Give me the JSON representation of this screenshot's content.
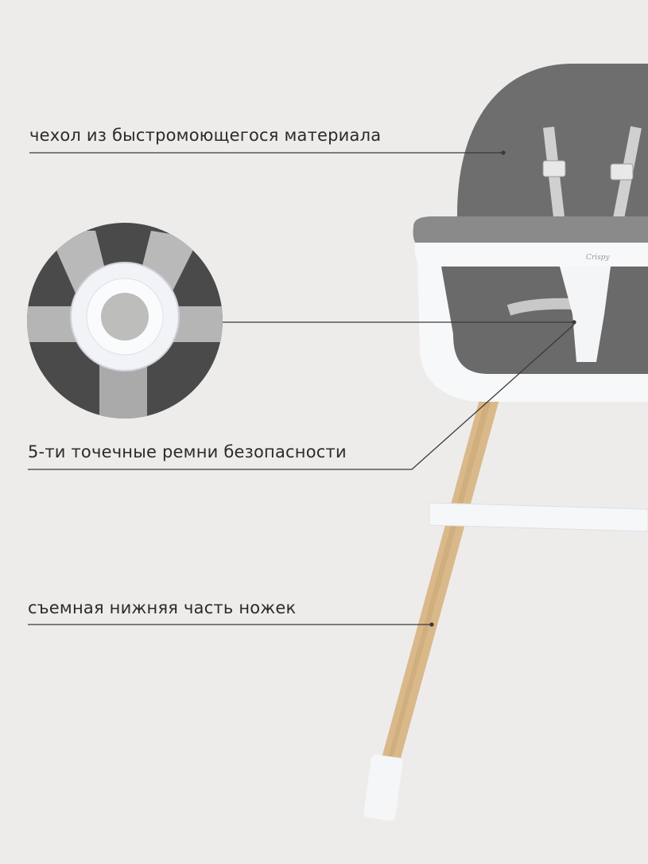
{
  "callouts": [
    {
      "text": "чехол из быстромоющегося материала"
    },
    {
      "text": "5-ти точечные ремни безопасности"
    },
    {
      "text": "съемная нижняя часть ножек"
    }
  ],
  "product": {
    "brand_mark": "Crispy"
  },
  "colors": {
    "background": "#eeecea",
    "seat": "#6e6e6e",
    "plastic": "#f7f8fa",
    "wood": "#d9b98a",
    "line": "#3a3a3a"
  }
}
